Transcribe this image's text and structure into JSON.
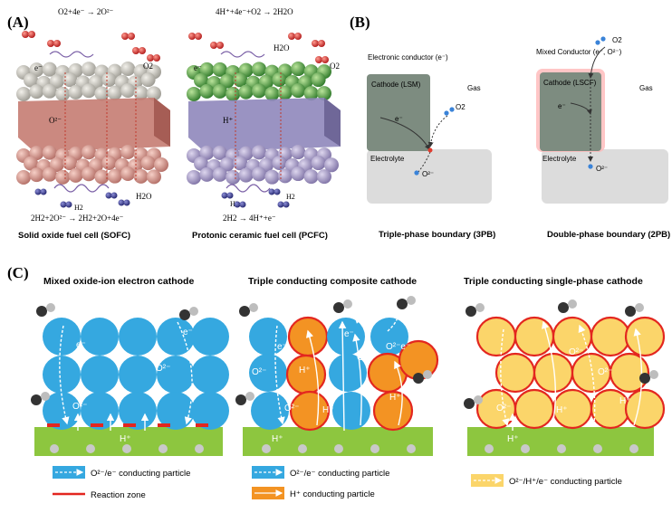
{
  "panel_a": {
    "letter": "(A)",
    "sofc": {
      "top_eq": "O2+4e⁻ → 2O²⁻",
      "o2": "O2",
      "e": "e⁻",
      "ion": "O²⁻",
      "h2o": "H2O",
      "h2": "H2",
      "bottom_eq": "2H2+2O²⁻ → 2H2+2O+4e⁻",
      "caption": "Solid oxide fuel cell (SOFC)"
    },
    "pcfc": {
      "top_eq": "4H⁺+4e⁻+O2 → 2H2O",
      "h2o": "H2O",
      "o2": "O2",
      "e": "e⁻",
      "ion": "H⁺",
      "h2a": "H2",
      "h2b": "H2",
      "bottom_eq": "2H2 → 4H⁺+e⁻",
      "caption": "Protonic ceramic fuel cell (PCFC)"
    }
  },
  "panel_b": {
    "letter": "(B)",
    "tpb": {
      "conductor": "Electronic conductor (e⁻)",
      "cathode": "Cathode (LSM)",
      "gas": "Gas",
      "e": "e⁻",
      "o2": "O2",
      "electrolyte": "Electrolyte",
      "ion": "O²⁻",
      "caption": "Triple-phase boundary (3PB)"
    },
    "dpb": {
      "o2": "O2",
      "conductor": "Mixed Conductor (e⁻, O²⁻)",
      "cathode": "Cathode (LSCF)",
      "gas": "Gas",
      "e": "e⁻",
      "electrolyte": "Electrolyte",
      "ion": "O²⁻",
      "caption": "Double-phase boundary (2PB)"
    }
  },
  "panel_c": {
    "letter": "(C)",
    "left": {
      "title": "Mixed oxide-ion electron cathode",
      "e": "e⁻",
      "e2": "e⁻",
      "o_mid": "O²⁻",
      "o_low": "O²⁻",
      "h": "H⁺",
      "legend1": "O²⁻/e⁻ conducting particle",
      "legend2": "Reaction zone"
    },
    "mid": {
      "title": "Triple conducting composite cathode",
      "e": "e⁻",
      "e_top": "e⁻",
      "oe": "O²⁻e⁻",
      "o_left": "O²⁻",
      "h_mid": "H⁺",
      "o_mid": "O²⁻",
      "o_low": "O²⁻",
      "h_low": "H⁺",
      "h_right": "H⁺",
      "h": "H⁺",
      "legend1": "O²⁻/e⁻ conducting particle",
      "legend2": "H⁺ conducting particle"
    },
    "right": {
      "title": "Triple conducting single-phase cathode",
      "o_top": "O²⁻",
      "o_mid": "O²⁻",
      "o_low": "O²⁻",
      "h_low": "H⁺",
      "h_right": "H⁺",
      "h": "H⁺",
      "legend1": "O²⁻/H⁺/e⁻ conducting particle"
    }
  },
  "colors": {
    "blue_particle": "#35a8e0",
    "orange_particle": "#f39323",
    "yellow_particle": "#fbd56a",
    "reaction_zone": "#e3261f",
    "green_electrolyte": "#8dc63f",
    "cathode_gray": "#7d8c80",
    "electrolyte_gray": "#dcdcdc"
  }
}
